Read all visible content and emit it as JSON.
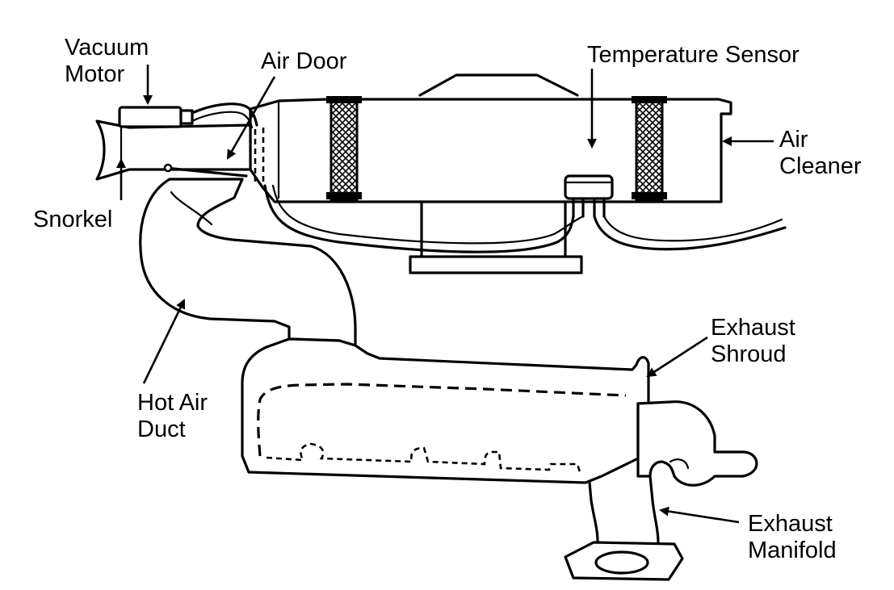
{
  "labels": {
    "vacuum_motor": [
      "Vacuum",
      "Motor"
    ],
    "air_door": "Air Door",
    "temperature_sensor": "Temperature Sensor",
    "air_cleaner": [
      "Air",
      "Cleaner"
    ],
    "snorkel": "Snorkel",
    "hot_air_duct": [
      "Hot Air",
      "Duct"
    ],
    "exhaust_shroud": [
      "Exhaust",
      "Shroud"
    ],
    "exhaust_manifold": [
      "Exhaust",
      "Manifold"
    ]
  },
  "colors": {
    "line": "#000000",
    "background": "#ffffff"
  }
}
